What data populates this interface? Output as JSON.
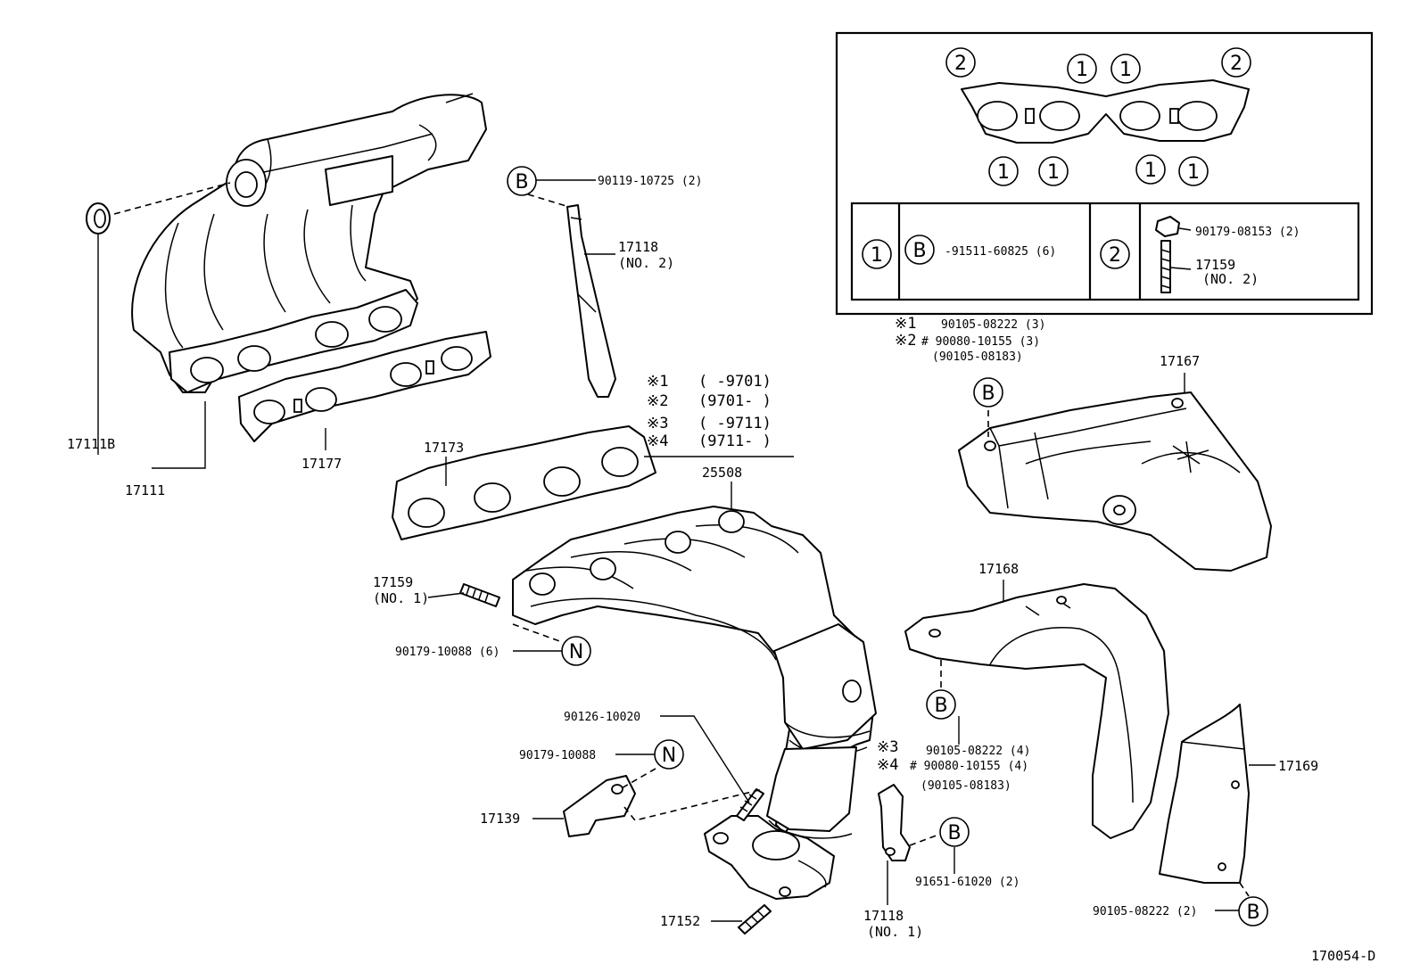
{
  "callouts": {
    "p17111B": "17111B",
    "p17111": "17111",
    "p17177": "17177",
    "p17118_no2": "17118",
    "p17118_no2_sub": "(NO. 2)",
    "p90119": "90119-10725 (2)",
    "p17173": "17173",
    "p25508": "25508",
    "p17159_no1": "17159",
    "p17159_no1_sub": "(NO. 1)",
    "p90179_6": "90179-10088 (6)",
    "p90126": "90126-10020",
    "p90179_1": "90179-10088",
    "p17139": "17139",
    "p17152": "17152",
    "p17118_no1": "17118",
    "p17118_no1_sub": "(NO. 1)",
    "p91651": "91651-61020 (2)",
    "p17167": "17167",
    "p17168": "17168",
    "p17169": "17169",
    "p90105_4": "90105-08222 (4)",
    "p90080_4": "# 90080-10155 (4)",
    "p90105_08183_b": "(90105-08183)",
    "p90105_2": "90105-08222 (2)",
    "p90105_3": "90105-08222 (3)",
    "p90080_3": "# 90080-10155 (3)",
    "p90105_08183_a": "(90105-08183)",
    "inset_91511": "-91511-60825 (6)",
    "inset_90179": "90179-08153 (2)",
    "inset_17159": "17159",
    "inset_17159_sub": "(NO. 2)"
  },
  "markers": {
    "n1": "※1",
    "n2": "※2",
    "n3": "※3",
    "n4": "※4"
  },
  "date_ranges": {
    "r1": "(        -9701)",
    "r2": "(9701-        )",
    "r3": "(        -9711)",
    "r4": "(9711-        )"
  },
  "symbols": {
    "B": "B",
    "N": "N",
    "one": "1",
    "two": "2"
  },
  "figure_id": "170054-D"
}
